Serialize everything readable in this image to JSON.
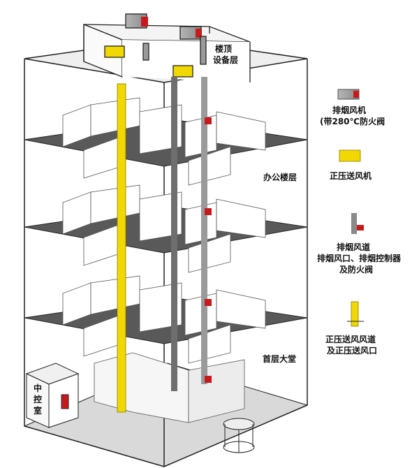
{
  "labels": {
    "roof_line1": "楼顶",
    "roof_line2": "设备层",
    "office": "办公楼层",
    "lobby": "首层大堂",
    "control_line1": "中",
    "control_line2": "控",
    "control_line3": "室"
  },
  "legend": [
    {
      "lines": [
        "排烟风机",
        "(带280℃防火阀"
      ]
    },
    {
      "lines": [
        "正压送风机"
      ]
    },
    {
      "lines": [
        "排烟风道",
        "排烟风口、排烟控制器",
        "及防火阀"
      ]
    },
    {
      "lines": [
        "正压送风风道",
        "及正压送风口"
      ]
    }
  ],
  "colors": {
    "floor_slab": "#595959",
    "pressurization_yellow": "#f0d800",
    "smoke_red": "#c8191d",
    "duct_grey": "#9a9a9a",
    "ground": "#d9d9d9"
  }
}
